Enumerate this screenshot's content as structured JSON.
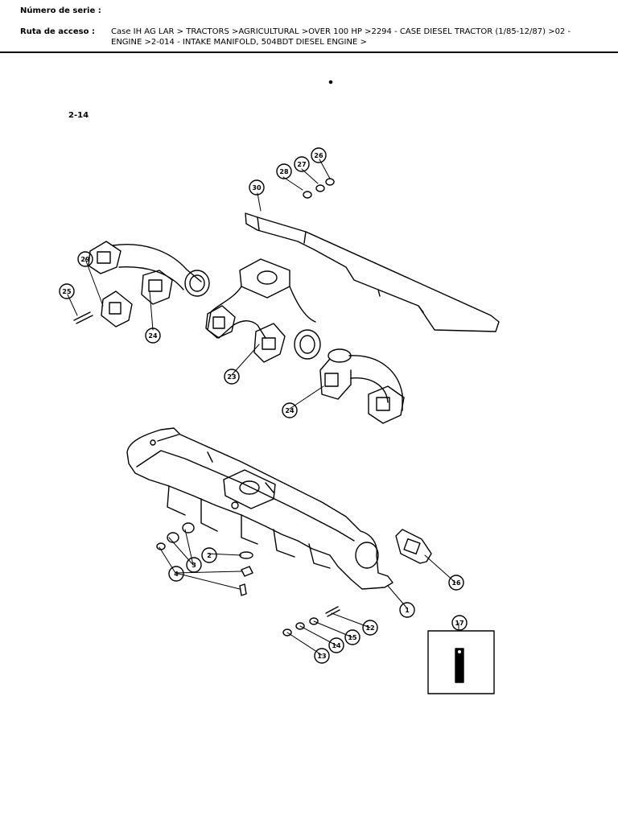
{
  "header": {
    "serial_label": "Número de serie :",
    "route_label": "Ruta de acceso :",
    "route_value": "Case IH AG LAR > TRACTORS >AGRICULTURAL >OVER 100 HP >2294 - CASE DIESEL TRACTOR (1/85-12/87) >02 - ENGINE >2-014 - INTAKE MANIFOLD, 504BDT DIESEL ENGINE >"
  },
  "figure": {
    "number": "2-14",
    "callouts": [
      "1",
      "2",
      "3",
      "4",
      "12",
      "13",
      "14",
      "15",
      "16",
      "17",
      "23",
      "24",
      "24",
      "25",
      "26",
      "27",
      "28",
      "29",
      "30"
    ]
  }
}
